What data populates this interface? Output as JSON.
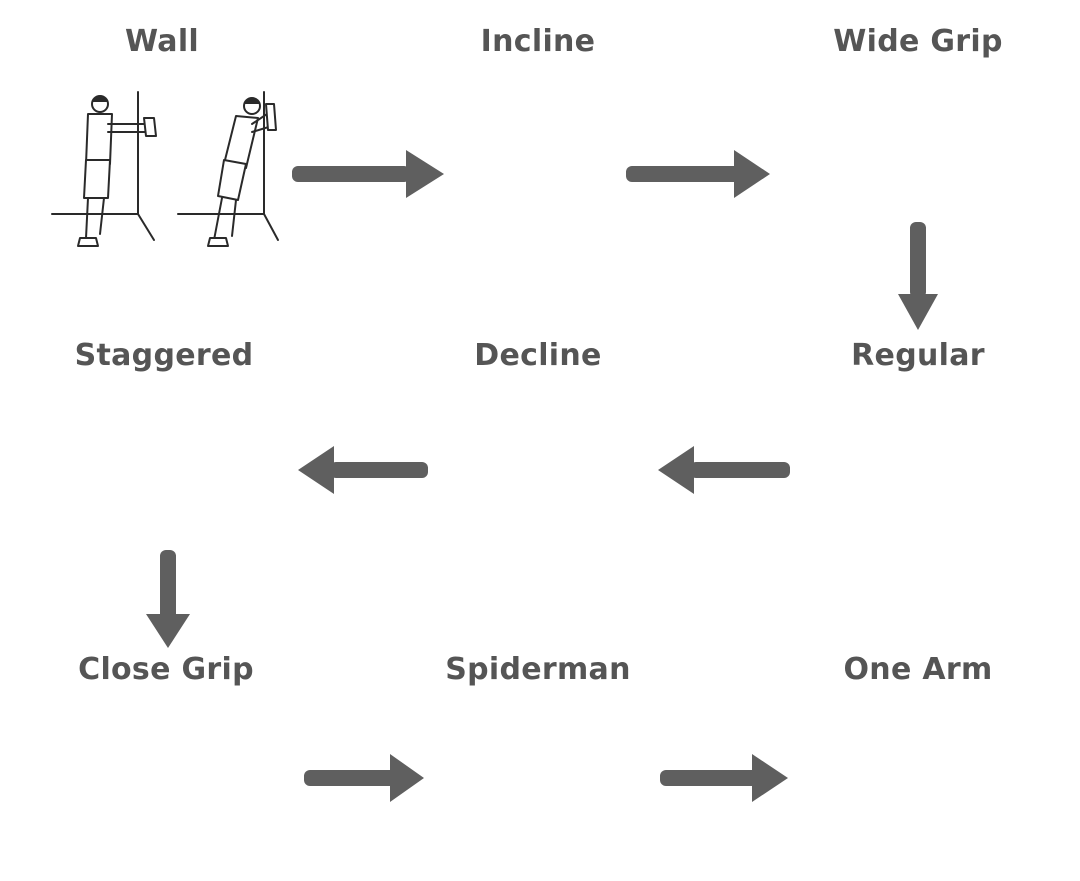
{
  "diagram": {
    "steps": [
      {
        "id": "wall",
        "label": "Wall"
      },
      {
        "id": "incline",
        "label": "Incline"
      },
      {
        "id": "wide-grip",
        "label": "Wide Grip"
      },
      {
        "id": "regular",
        "label": "Regular"
      },
      {
        "id": "decline",
        "label": "Decline"
      },
      {
        "id": "staggered",
        "label": "Staggered"
      },
      {
        "id": "close-grip",
        "label": "Close Grip"
      },
      {
        "id": "spiderman",
        "label": "Spiderman"
      },
      {
        "id": "one-arm",
        "label": "One Arm"
      }
    ],
    "arrow_color": "#5f5f5f",
    "title_color": "#555555"
  }
}
